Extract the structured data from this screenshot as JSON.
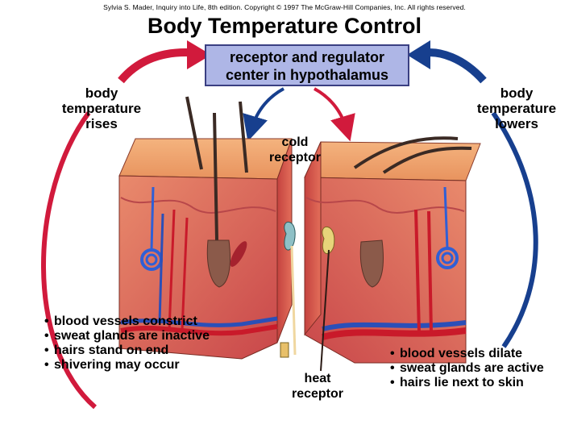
{
  "credit": "Sylvia S. Mader, Inquiry into Life, 8th edition. Copyright © 1997 The McGraw-Hill Companies, Inc. All rights reserved.",
  "title": "Body Temperature Control",
  "center": {
    "line1": "receptor and regulator",
    "line2": "center in hypothalamus"
  },
  "left_label": {
    "line1": "body",
    "line2": "temperature",
    "line3": "rises"
  },
  "right_label": {
    "line1": "body",
    "line2": "temperature",
    "line3": "lowers"
  },
  "cold_receptor": {
    "line1": "cold",
    "line2": "receptor"
  },
  "heat_receptor": {
    "line1": "heat",
    "line2": "receptor"
  },
  "left_effects": [
    "blood vessels constrict",
    "sweat glands are inactive",
    "hairs stand on end",
    "shivering may occur"
  ],
  "right_effects": [
    "blood vessels dilate",
    "sweat glands are active",
    "hairs lie next to skin"
  ],
  "colors": {
    "warm_arrow": "#d11a3c",
    "cool_arrow": "#173f8e",
    "skin_surface": "#e99a6a",
    "dermis": "#e0745f",
    "box_fill": "#aeb6e6"
  }
}
